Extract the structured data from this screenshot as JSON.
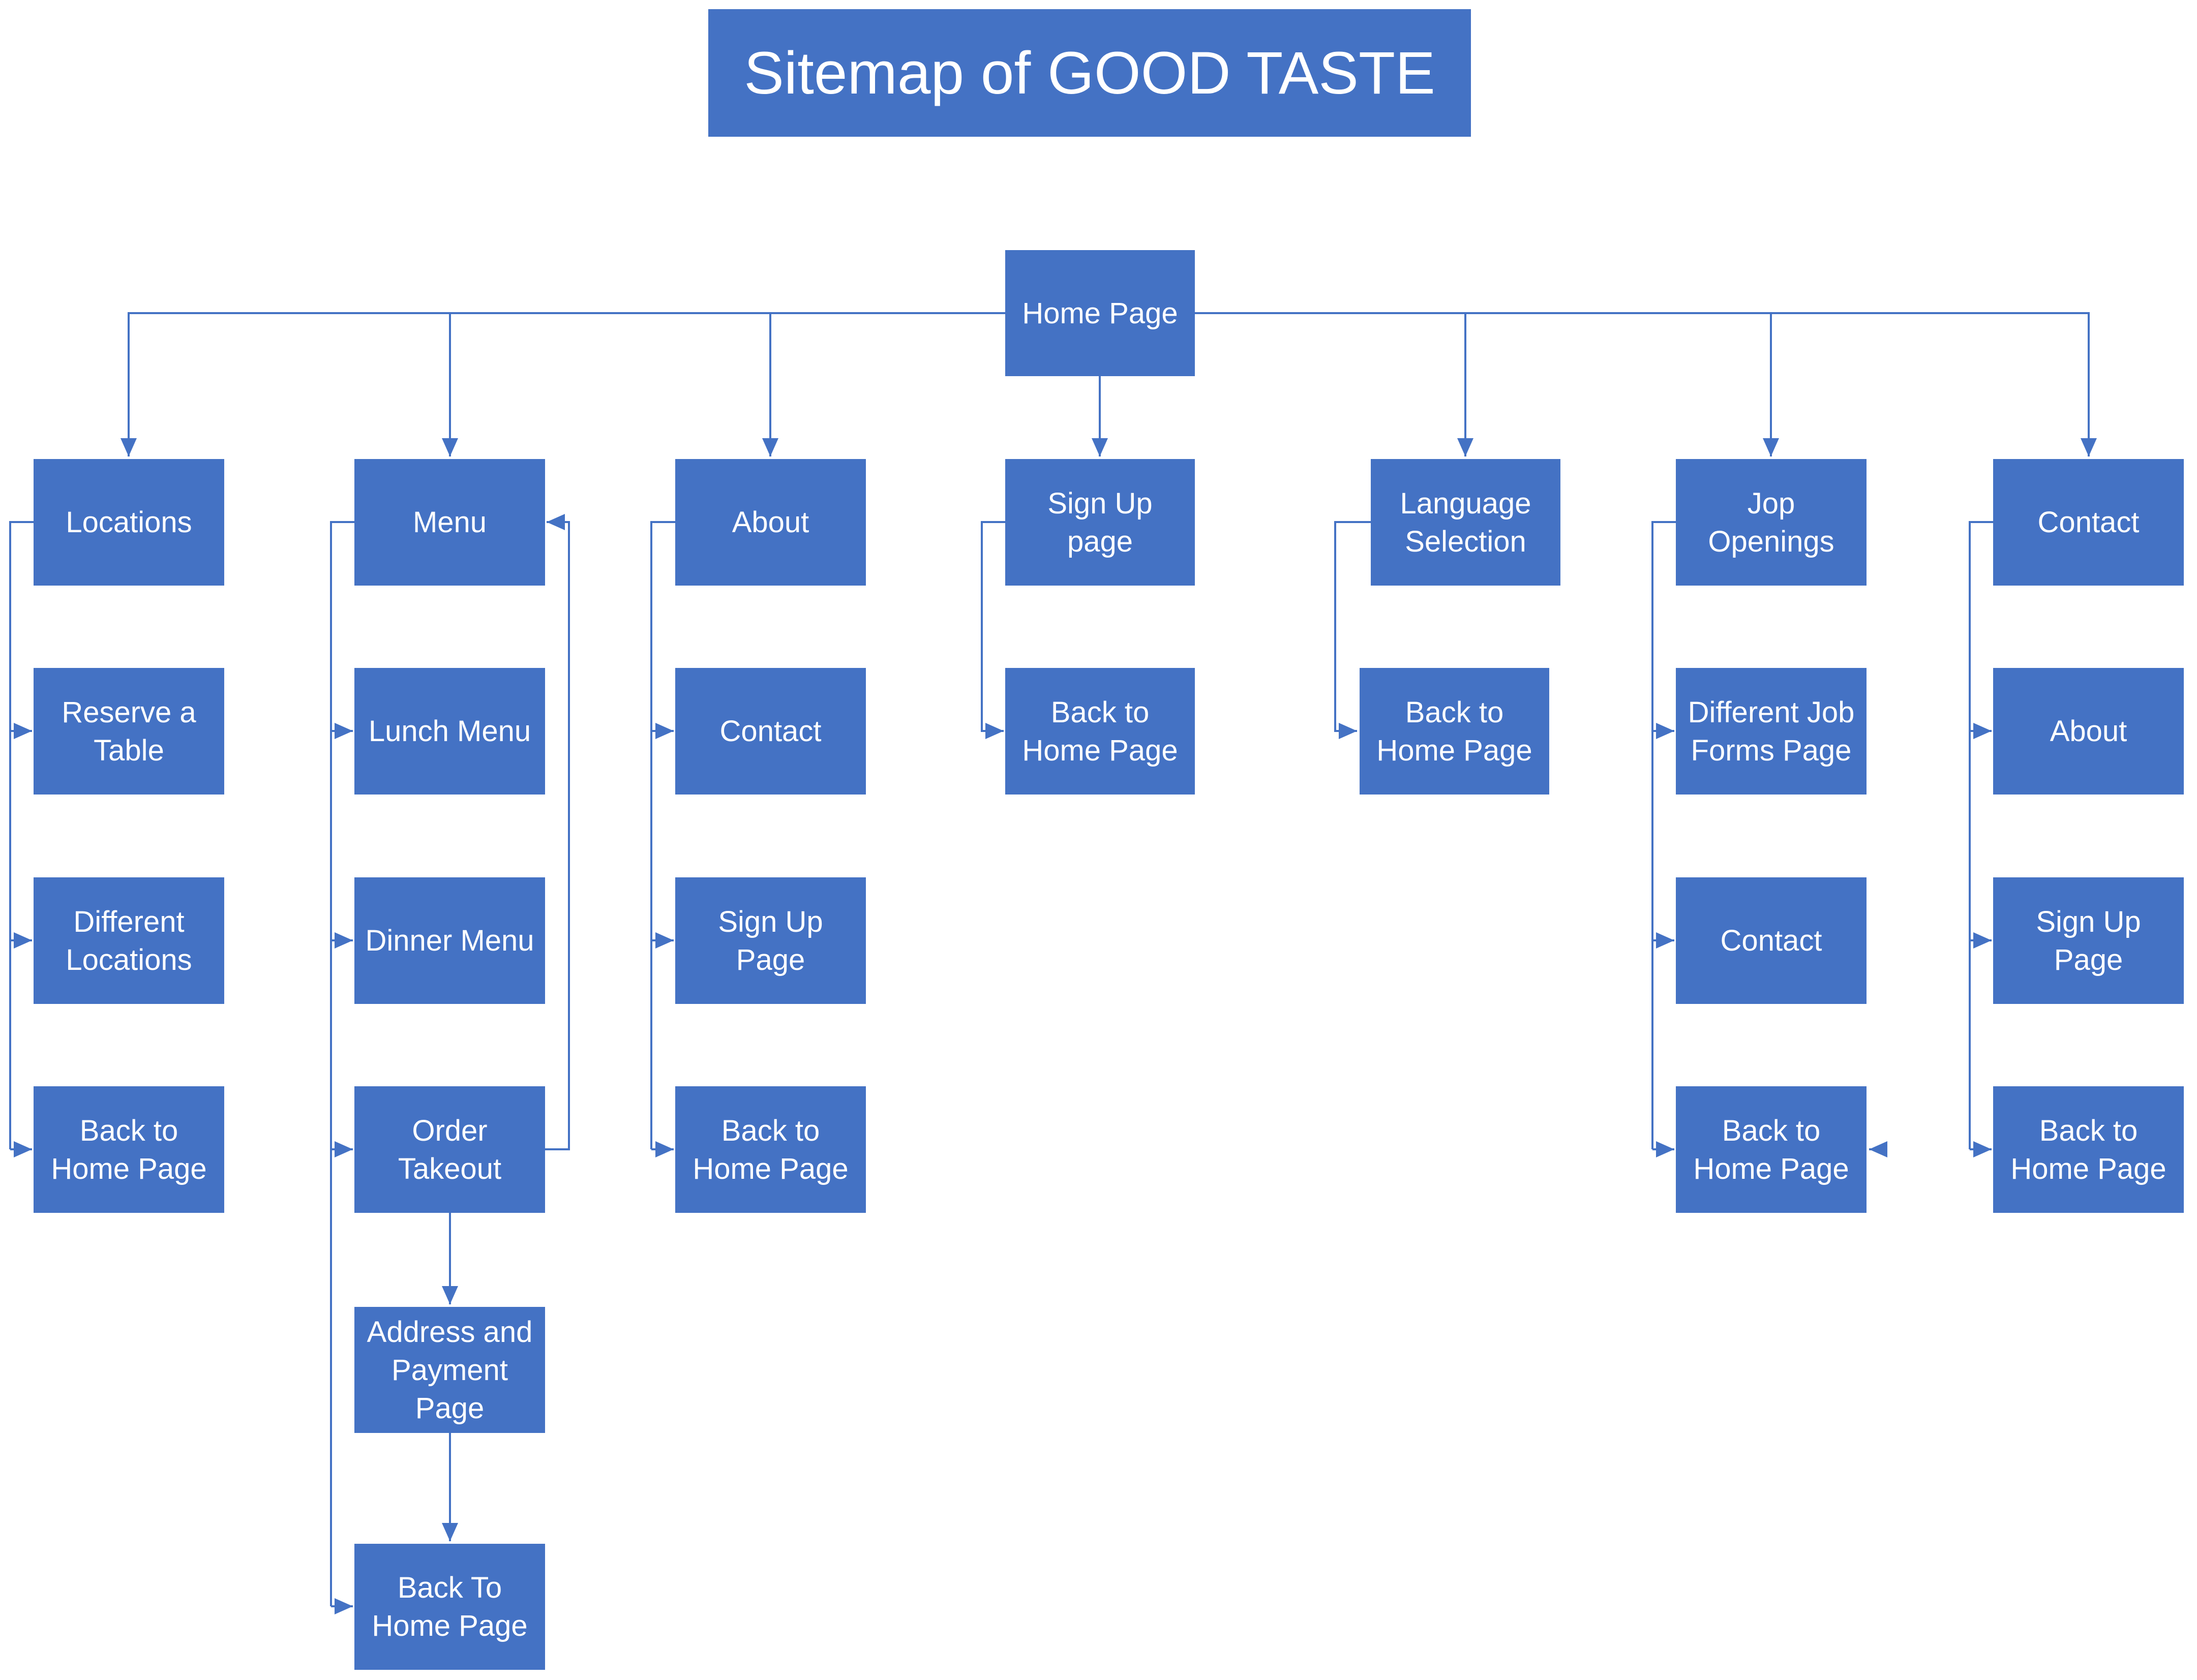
{
  "title": "Sitemap of GOOD TASTE",
  "colors": {
    "box": "#4472C4",
    "text": "#ffffff",
    "connector": "#4472C4"
  },
  "nodes": {
    "home": "Home Page",
    "locations": "Locations",
    "reserve_table": "Reserve a Table",
    "different_locations": "Different Locations",
    "locations_back": "Back to Home Page",
    "menu": "Menu",
    "lunch_menu": "Lunch Menu",
    "dinner_menu": "Dinner Menu",
    "order_takeout": "Order Takeout",
    "address_payment": "Address and Payment Page",
    "menu_back": "Back To Home Page",
    "about": "About",
    "about_contact": "Contact",
    "about_signup": "Sign Up Page",
    "about_back": "Back to Home Page",
    "signup": "Sign Up page",
    "signup_back": "Back to Home Page",
    "language": "Language Selection",
    "language_back": "Back to Home Page",
    "jobs": "Jop Openings",
    "job_forms": "Different Job Forms Page",
    "jobs_contact": "Contact",
    "jobs_back": "Back to Home Page",
    "contact": "Contact",
    "contact_about": "About",
    "contact_signup": "Sign Up Page",
    "contact_back": "Back to Home Page"
  }
}
